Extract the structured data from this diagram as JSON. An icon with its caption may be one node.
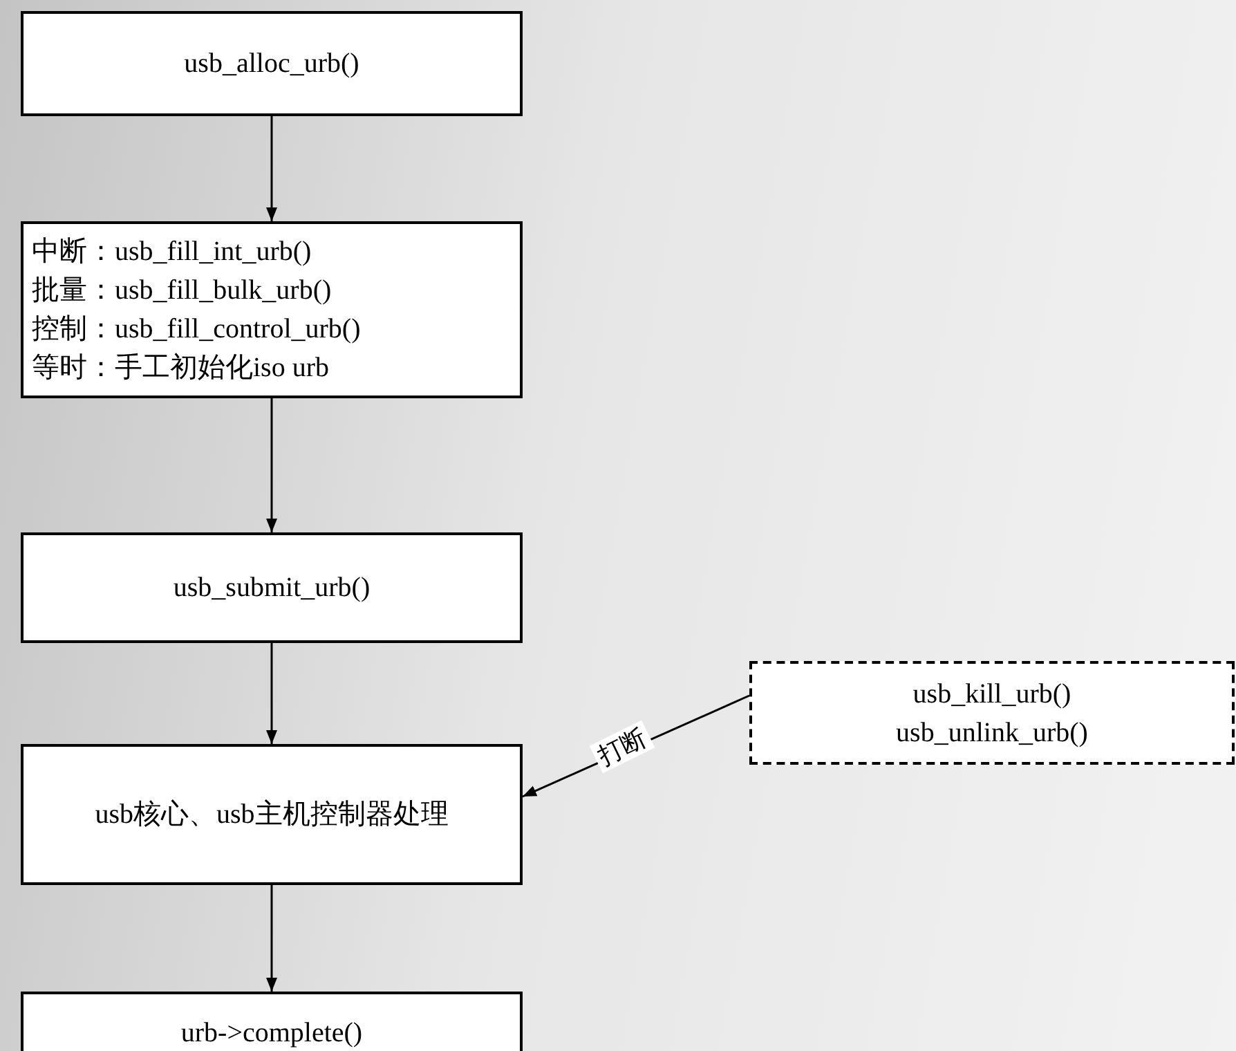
{
  "diagram": {
    "nodes": [
      {
        "text": [
          "usb_alloc_urb()"
        ]
      },
      {
        "text": [
          "中断：usb_fill_int_urb()",
          "批量：usb_fill_bulk_urb()",
          "控制：usb_fill_control_urb()",
          "等时：手工初始化iso urb"
        ]
      },
      {
        "text": [
          "usb_submit_urb()"
        ]
      },
      {
        "text": [
          "usb核心、usb主机控制器处理"
        ]
      },
      {
        "text": [
          "usb_kill_urb()",
          "usb_unlink_urb()"
        ]
      },
      {
        "text": [
          "urb->complete()"
        ]
      }
    ],
    "edges": [
      {
        "from": 0,
        "to": 1,
        "arrow": "to"
      },
      {
        "from": 1,
        "to": 2,
        "arrow": "to"
      },
      {
        "from": 2,
        "to": 3,
        "arrow": "to"
      },
      {
        "from": 4,
        "to": 3,
        "arrow": "to",
        "label": "打断"
      },
      {
        "from": 3,
        "to": 5,
        "arrow": "to"
      }
    ]
  }
}
